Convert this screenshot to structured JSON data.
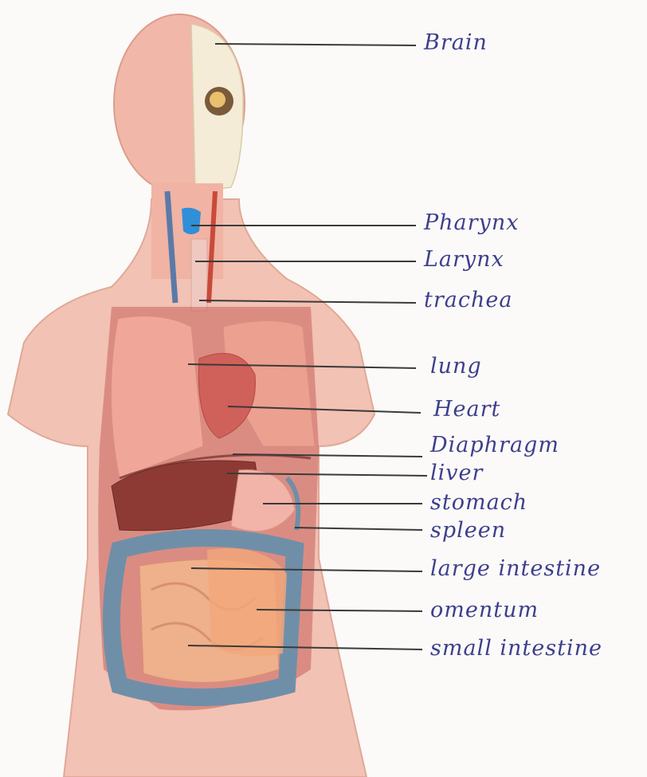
{
  "diagram": {
    "labels": [
      {
        "id": "brain",
        "text": "Brain"
      },
      {
        "id": "pharynx",
        "text": "Pharynx"
      },
      {
        "id": "larynx",
        "text": "Larynx"
      },
      {
        "id": "trachea",
        "text": "trachea"
      },
      {
        "id": "lung",
        "text": "lung"
      },
      {
        "id": "heart",
        "text": "Heart"
      },
      {
        "id": "diaphragm",
        "text": "Diaphragm"
      },
      {
        "id": "liver",
        "text": "liver"
      },
      {
        "id": "stomach",
        "text": "stomach"
      },
      {
        "id": "spleen",
        "text": "spleen"
      },
      {
        "id": "large-intestine",
        "text": "large intestine"
      },
      {
        "id": "omentum",
        "text": "omentum"
      },
      {
        "id": "small-intestine",
        "text": "small intestine"
      }
    ],
    "colors": {
      "ink": "#3d3f8c",
      "leader": "#3a3a3a",
      "skin": "#f1b7a8",
      "lung": "#f0a79a",
      "liver": "#8e3a34",
      "intestine_large": "#6f8fa8",
      "intestine_small": "#efb08c",
      "skull": "#f4ecd6"
    }
  }
}
